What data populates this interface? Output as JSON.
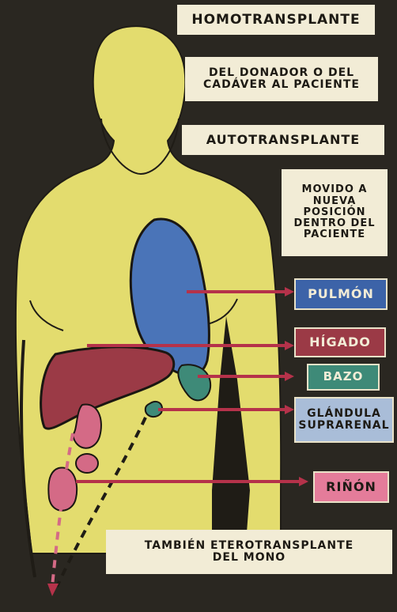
{
  "labels": {
    "homotransplante": "HOMOTRANSPLANTE",
    "donador_line1": "DEL DONADOR O DEL",
    "donador_line2": "CADÁVER AL PACIENTE",
    "autotransplante": "AUTOTRANSPLANTE",
    "movido_line1": "MOVIDO A",
    "movido_line2": "NUEVA",
    "movido_line3": "POSICIÓN",
    "movido_line4": "DENTRO DEL",
    "movido_line5": "PACIENTE",
    "tambien_line1": "TAMBIÉN ETEROTRANSPLANTE",
    "tambien_line2": "DEL MONO"
  },
  "organs": {
    "pulmon": "PULMÓN",
    "higado": "HÍGADO",
    "bazo": "BAZO",
    "glandula_line1": "GLÁNDULA",
    "glandula_line2": "SUPRARENAL",
    "rinon": "RIÑÓN"
  },
  "colors": {
    "background": "#2a2721",
    "body": "#e3dc6e",
    "lung": "#4a74b8",
    "liver": "#9b3a46",
    "spleen": "#3e8a78",
    "kidney": "#d46a86",
    "arrow": "#b5324a",
    "label_box": "#f2ecd6"
  }
}
